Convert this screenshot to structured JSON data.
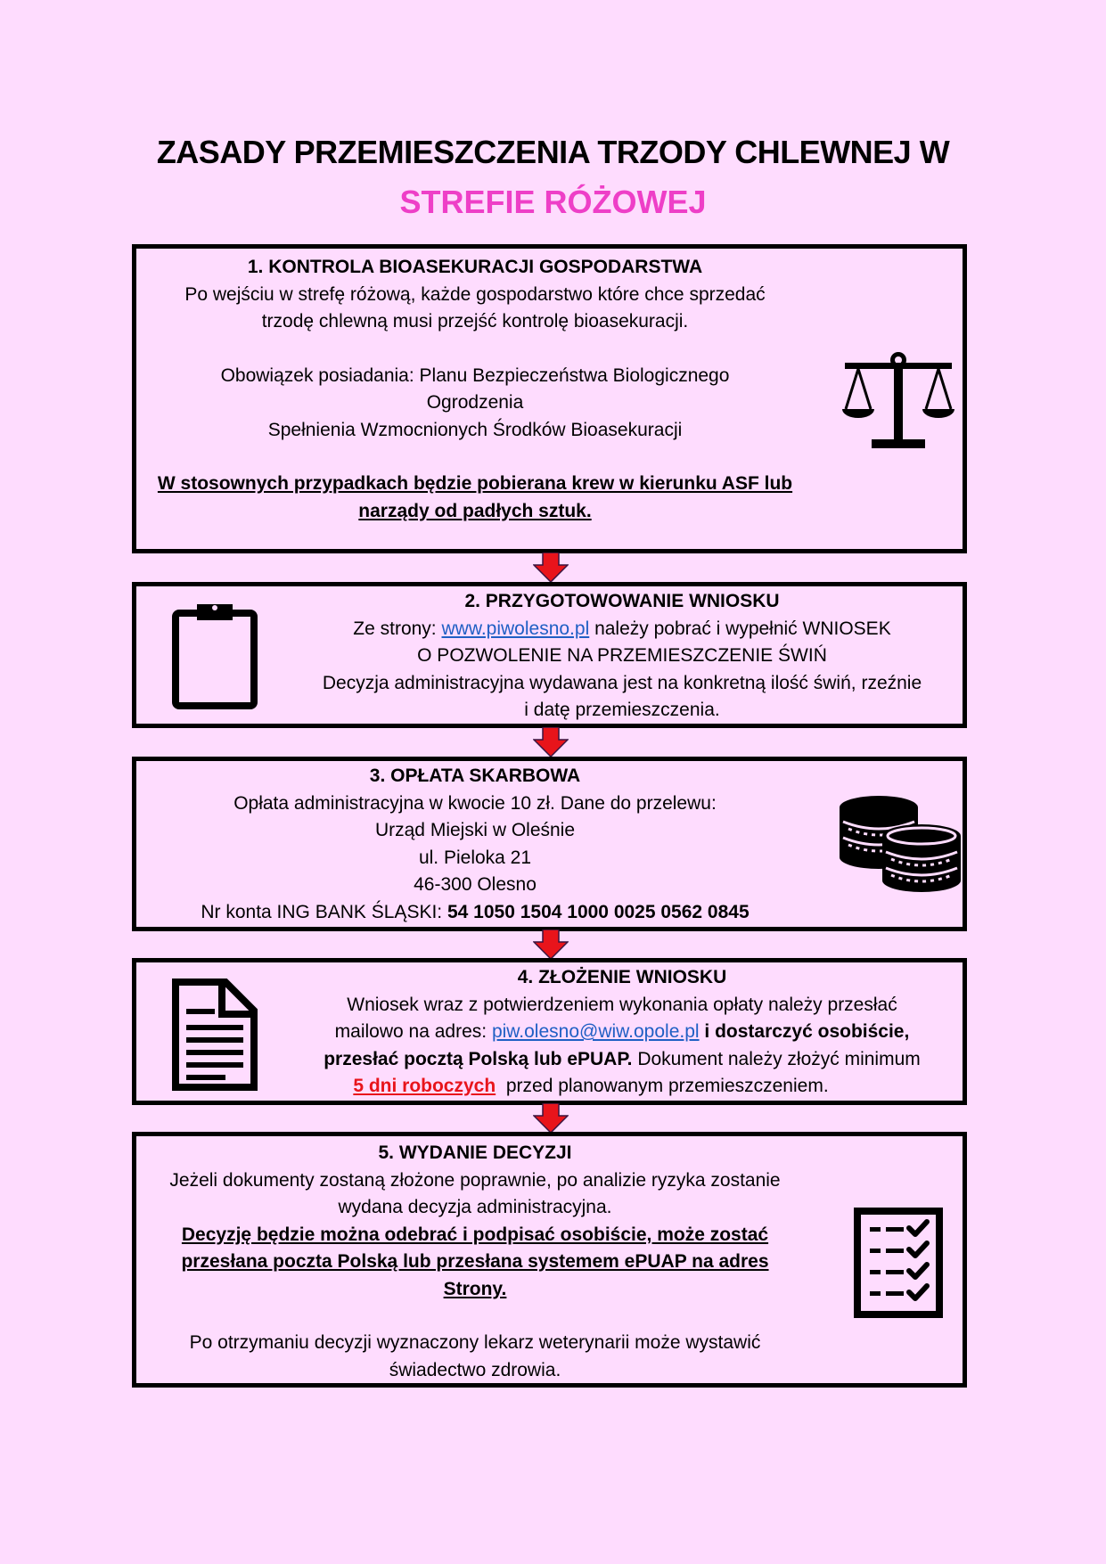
{
  "title": {
    "line1": "ZASADY PRZEMIESZCZENIA TRZODY CHLEWNEJ W",
    "line2": "STREFIE RÓŻOWEJ"
  },
  "colors": {
    "background": "#fedcfe",
    "accent_pink": "#ee3fc7",
    "link_blue": "#1f5fc4",
    "highlight_red": "#e8141b",
    "arrow_red": "#e8141b"
  },
  "step1": {
    "icon": "scales-icon",
    "heading": "1. KONTROLA BIOASEKURACJI GOSPODARSTWA",
    "line1": "Po wejściu w strefę różową, każde gospodarstwo które chce sprzedać",
    "line2": "trzodę chlewną musi przejść kontrolę bioasekuracji.",
    "line3": "Obowiązek posiadania: Planu Bezpieczeństwa Biologicznego",
    "line4": "Ogrodzenia",
    "line5": "Spełnienia Wzmocnionych Środków Bioasekuracji",
    "note1": "W stosownych przypadkach będzie pobierana krew w kierunku ASF lub",
    "note2": "narządy od padłych sztuk."
  },
  "step2": {
    "icon": "clipboard-icon",
    "heading": "2. PRZYGOTOWOWANIE WNIOSKU",
    "line1_prefix": "Ze strony: ",
    "link": "www.piwolesno.pl",
    "line1_suffix": " należy pobrać i wypełnić WNIOSEK",
    "line2": "O POZWOLENIE NA PRZEMIESZCZENIE ŚWIŃ",
    "line3": "Decyzja administracyjna wydawana jest na konkretną ilość świń, rzeźnie",
    "line4": "i datę przemieszczenia."
  },
  "step3": {
    "icon": "coins-icon",
    "heading": "3. OPŁATA SKARBOWA",
    "line1": "Opłata administracyjna w kwocie 10 zł. Dane do przelewu:",
    "line2": "Urząd Miejski w Oleśnie",
    "line3": "ul. Pieloka 21",
    "line4": "46-300 Olesno",
    "account_prefix": "Nr konta ING BANK ŚLĄSKI: ",
    "account_number": "54 1050 1504 1000 0025 0562 0845"
  },
  "step4": {
    "icon": "document-icon",
    "heading": "4. ZŁOŻENIE WNIOSKU",
    "line1": "Wniosek wraz z potwierdzeniem wykonania opłaty należy przesłać",
    "line2_prefix": "mailowo na adres: ",
    "email": "piw.olesno@wiw.opole.pl",
    "line2_bold": " i dostarczyć osobiście,",
    "line3_bold": "przesłać pocztą Polską lub ePUAP.",
    "line3_suffix": " Dokument należy złożyć minimum",
    "days": " 5 dni roboczych",
    "line4_suffix": "  przed planowanym przemieszczeniem."
  },
  "step5": {
    "icon": "checklist-icon",
    "heading": "5. WYDANIE DECYZJI",
    "line1": "Jeżeli dokumenty zostaną złożone poprawnie, po analizie ryzyka zostanie",
    "line2": "wydana decyzja administracyjna.",
    "note1": "Decyzję będzie można odebrać i podpisać osobiście, może zostać",
    "note2": "przesłana poczta Polską lub przesłana systemem ePUAP na adres",
    "note3": "Strony.",
    "line3": "Po otrzymaniu decyzji wyznaczony lekarz weterynarii może wystawić",
    "line4": "świadectwo zdrowia."
  }
}
